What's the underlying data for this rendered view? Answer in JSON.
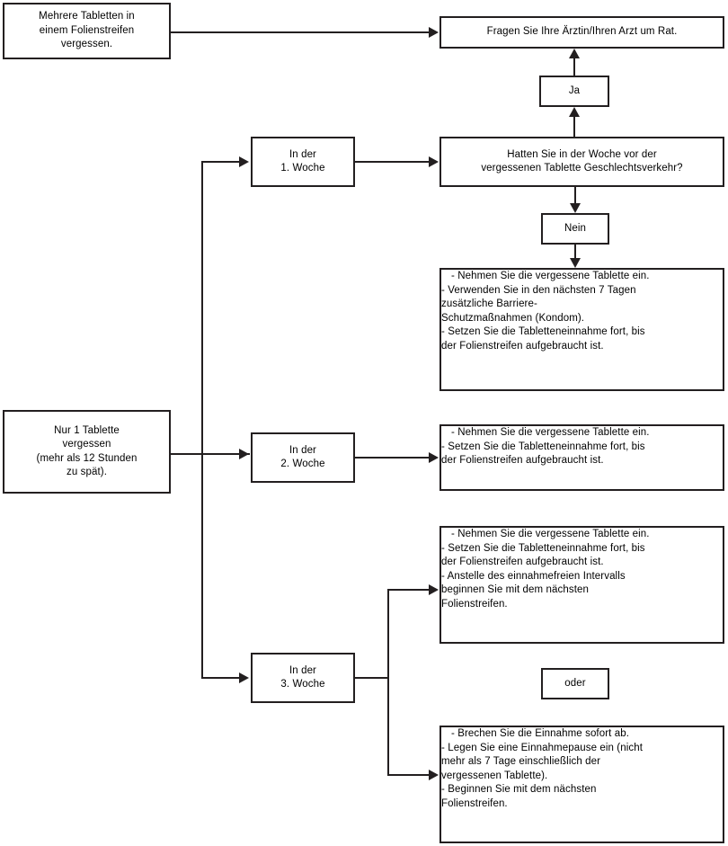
{
  "diagram": {
    "title": "Vorgehen bei vergessener Tablette",
    "language": "de",
    "colors": {
      "line": "#231f20",
      "box_border": "#231f20",
      "background": "#ffffff",
      "text": "#000000"
    }
  },
  "nodes": {
    "missed_multiple": "Mehrere Tabletten in\neinem Folienstreifen\nvergessen.",
    "ask_doctor": "Fragen Sie Ihre Ärztin/Ihren Arzt um Rat.",
    "yes": "Ja",
    "no": "Nein",
    "or": "oder",
    "question_intercourse": "Hatten Sie in der Woche vor der\nvergessenen Tablette Geschlechtsverkehr?",
    "missed_one": "Nur 1 Tablette\nvergessen\n(mehr als 12 Stunden\nzu spät).",
    "week1": "In der\n1. Woche",
    "week2": "In der\n2. Woche",
    "week3": "In der\n3. Woche",
    "advice_week1": "- Nehmen Sie die vergessene Tablette ein.\n- Verwenden Sie in den nächsten 7 Tagen\nzusätzliche Barriere-\nSchutzmaßnahmen (Kondom).\n- Setzen Sie die Tabletteneinnahme fort, bis\nder Folienstreifen aufgebraucht ist.",
    "advice_week2": "- Nehmen Sie die vergessene Tablette ein.\n- Setzen Sie die Tabletteneinnahme fort, bis\nder Folienstreifen aufgebraucht ist.",
    "advice_week3_a": "- Nehmen Sie die vergessene Tablette ein.\n- Setzen Sie die Tabletteneinnahme fort, bis\nder Folienstreifen aufgebraucht ist.\n- Anstelle des einnahmefreien Intervalls\nbeginnen Sie mit dem nächsten\nFolienstreifen.",
    "advice_week3_b": "- Brechen Sie die Einnahme sofort ab.\n- Legen Sie eine Einnahmepause ein (nicht\nmehr als 7 Tage einschließlich der\nvergessenen Tablette).\n- Beginnen Sie mit dem nächsten\nFolienstreifen."
  }
}
